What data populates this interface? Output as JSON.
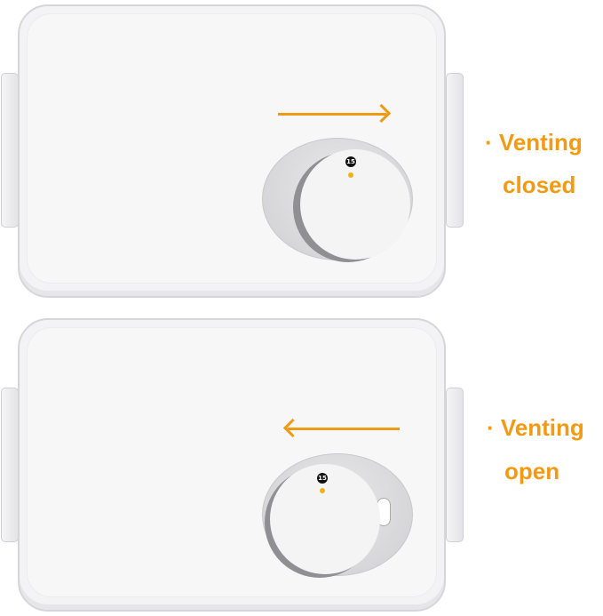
{
  "panels": [
    {
      "label_line1": "· Venting",
      "label_line2": "closed",
      "arrow_direction": "right",
      "dial_marking": "15",
      "state": "closed"
    },
    {
      "label_line1": "· Venting",
      "label_line2": "open",
      "arrow_direction": "left",
      "dial_marking": "15",
      "state": "open"
    }
  ],
  "colors": {
    "accent": "#f39a12",
    "lid": "#f3f3f5"
  }
}
